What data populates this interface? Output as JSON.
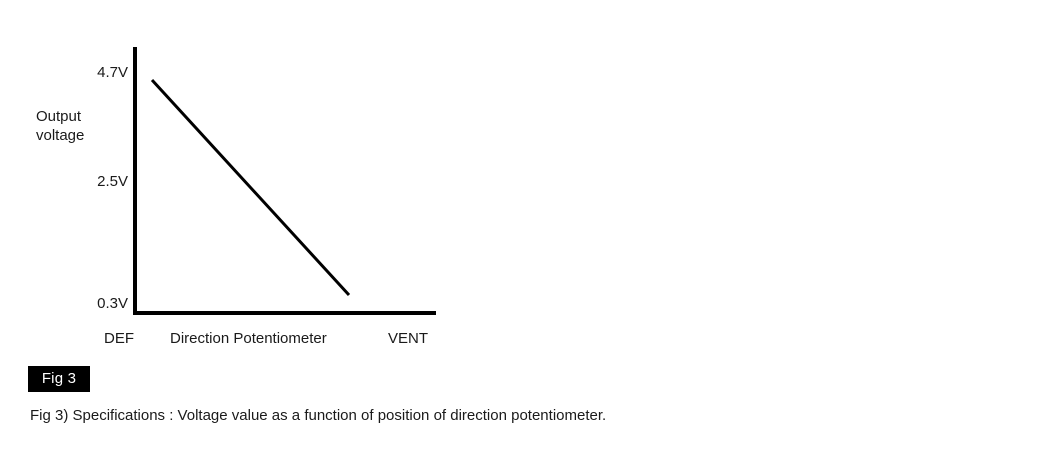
{
  "figure": {
    "badge_label": "Fig 3",
    "caption": "Fig 3) Specifications : Voltage value as a function of position of direction potentiometer."
  },
  "chart_data": {
    "type": "line",
    "title": "",
    "subtitle": "",
    "xlabel": "Direction Potentiometer",
    "ylabel": "Output voltage",
    "ylabel_lines": [
      "Output",
      "voltage"
    ],
    "x_tick_labels": [
      "DEF",
      "VENT"
    ],
    "y_tick_labels": [
      "4.7V",
      "2.5V",
      "0.3V"
    ],
    "y_tick_values": [
      4.7,
      2.5,
      0.3
    ],
    "ylim": [
      0.3,
      4.7
    ],
    "xlim": [
      "DEF",
      "VENT"
    ],
    "grid": false,
    "legend": "none",
    "annotations": [],
    "series": [
      {
        "name": "Output voltage",
        "color": "#000000",
        "x": [
          "DEF",
          "VENT"
        ],
        "points": [
          {
            "x_label": "DEF",
            "y": 4.7
          },
          {
            "x_label": "VENT",
            "y": 0.3
          }
        ],
        "values": [
          4.7,
          0.3
        ]
      }
    ],
    "axis_color": "#000000",
    "line_color": "#000000"
  }
}
